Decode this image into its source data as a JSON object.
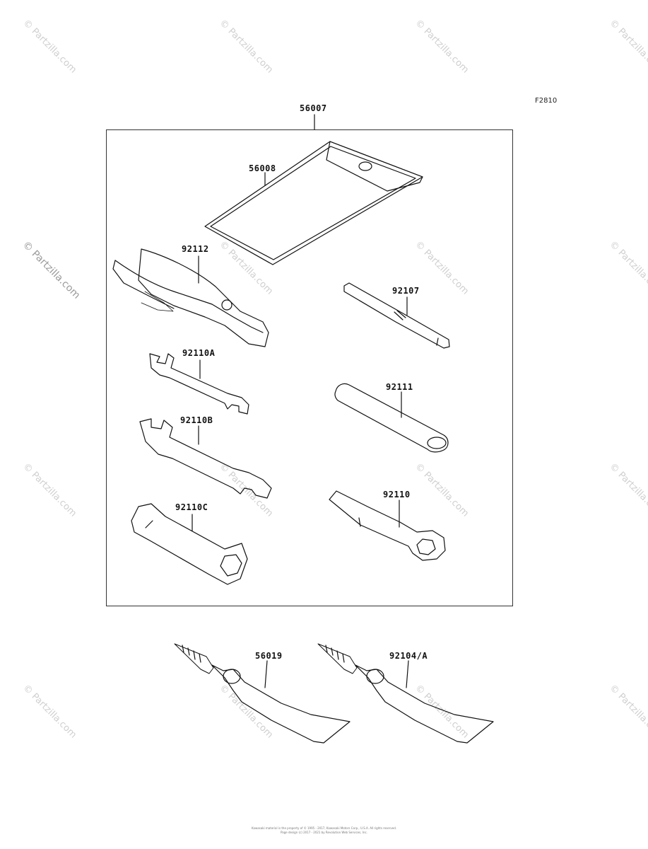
{
  "figure_code": "F2810",
  "watermark_text": "© Partzilla.com",
  "footer": {
    "line1": "Kawasaki material is the property of © 1995 - 2017, Kawasaki Motors Corp., U.S.A. All rights reserved.",
    "line2": "Page design (c) 2017 - 2021 by Revolution Web Services, Inc."
  },
  "parts": {
    "toolkit": "56007",
    "pouch": "56008",
    "pliers": "92112",
    "screwdriver": "92107",
    "wrench_a": "92110A",
    "handle": "92111",
    "wrench_b": "92110B",
    "ring_wrench": "92110",
    "plug_wrench": "92110C",
    "grease_tube_1": "56019",
    "grease_tube_2": "92104/A"
  }
}
